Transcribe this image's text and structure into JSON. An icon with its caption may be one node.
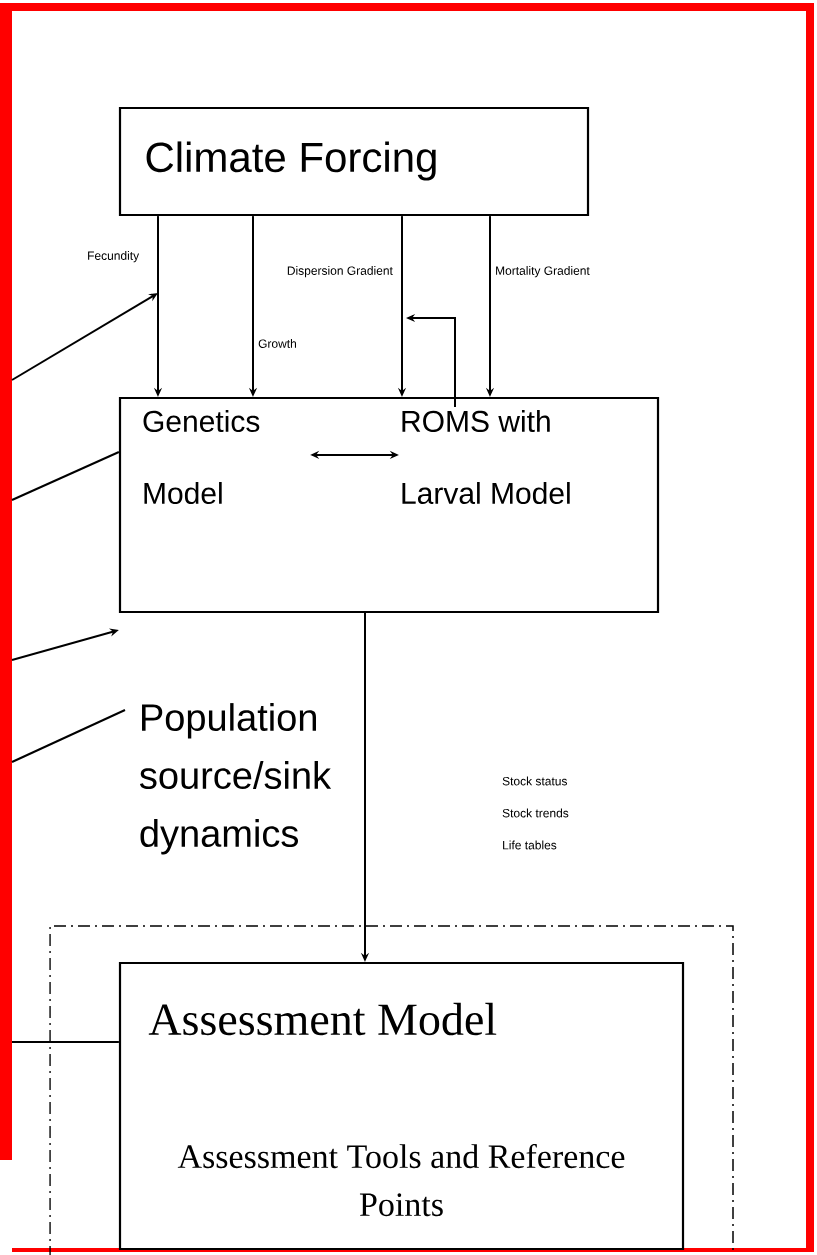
{
  "diagram": {
    "nodes": [
      {
        "text": [
          "Climate Forcing"
        ]
      },
      {
        "text": [],
        "shape": "box"
      },
      {
        "text": [
          "Genetics Model"
        ],
        "in": 1
      },
      {
        "text": [
          "ROMS with Larval Model"
        ],
        "in": 1
      },
      {
        "text": [
          "Population source/sink dynamics"
        ],
        "beside": [
          "Stock status",
          "Stock trends",
          "Life tables"
        ]
      },
      {
        "text": [],
        "shape": "box"
      },
      {
        "text": [
          "Assessment  Model",
          "Assessment Tools and Reference Points"
        ],
        "in": 5
      }
    ],
    "edges": [
      {
        "from": 0,
        "to": 1,
        "arrow": "to",
        "label": "Fecundity"
      },
      {
        "from": 0,
        "to": 1,
        "arrow": "to",
        "label": "Growth"
      },
      {
        "from": 0,
        "to": 1,
        "arrow": "to",
        "label": "Dispersion Gradient"
      },
      {
        "from": 0,
        "to": 1,
        "arrow": "to",
        "label": "Mortality Gradient"
      },
      {
        "from": 2,
        "to": 3,
        "arrow": "both"
      },
      {
        "from": 3,
        "to": null,
        "arrow": "to"
      },
      {
        "from": 1,
        "to": 6,
        "arrow": "to"
      },
      {
        "from": null,
        "to": 1,
        "arrow": "none"
      },
      {
        "from": null,
        "to": 1,
        "arrow": "to"
      },
      {
        "from": null,
        "to": 6,
        "arrow": "none"
      }
    ]
  }
}
